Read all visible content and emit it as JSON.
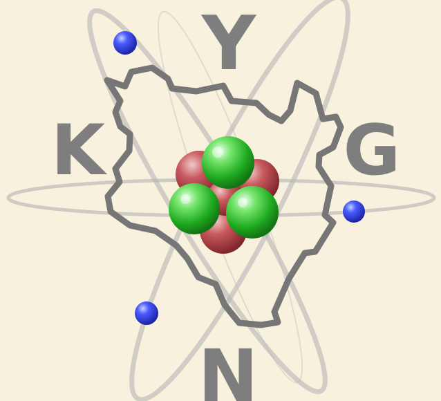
{
  "logo": {
    "letters": {
      "top": "Y",
      "left": "K",
      "right": "G",
      "bottom": "N"
    }
  },
  "colors": {
    "page_background": "#f7f0dd",
    "border_background": "#efe3c6",
    "letter_gray": "#7e7e7e",
    "map_outline": "#777777",
    "orbit_gray": "#b9b9b9",
    "electron_blue": "#2f3fdc",
    "proton_red": "#bd4c51",
    "neutron_green": "#31b72a"
  },
  "icons": {
    "nucleus": "atom-nucleus-icon",
    "electron": "electron-icon",
    "map": "country-outline-icon"
  }
}
